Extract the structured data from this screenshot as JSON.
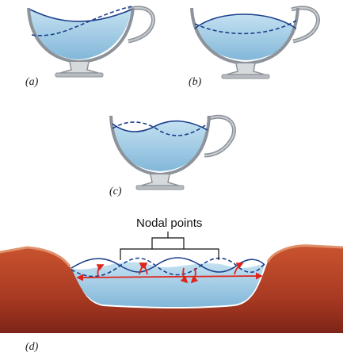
{
  "labels": {
    "a": "(a)",
    "b": "(b)",
    "c": "(c)",
    "d": "(d)",
    "nodal_points": "Nodal points"
  },
  "colors": {
    "water_light": "#a9d2ea",
    "water_dark": "#7fb6d8",
    "cup_rim": "#8d939a",
    "cup_rim_light": "#c9cdd1",
    "wave_line": "#1c3f8c",
    "earth_dark": "#7a2216",
    "earth_mid": "#b5462a",
    "earth_light": "#d98a5f",
    "arrow_red": "#e0241b"
  }
}
